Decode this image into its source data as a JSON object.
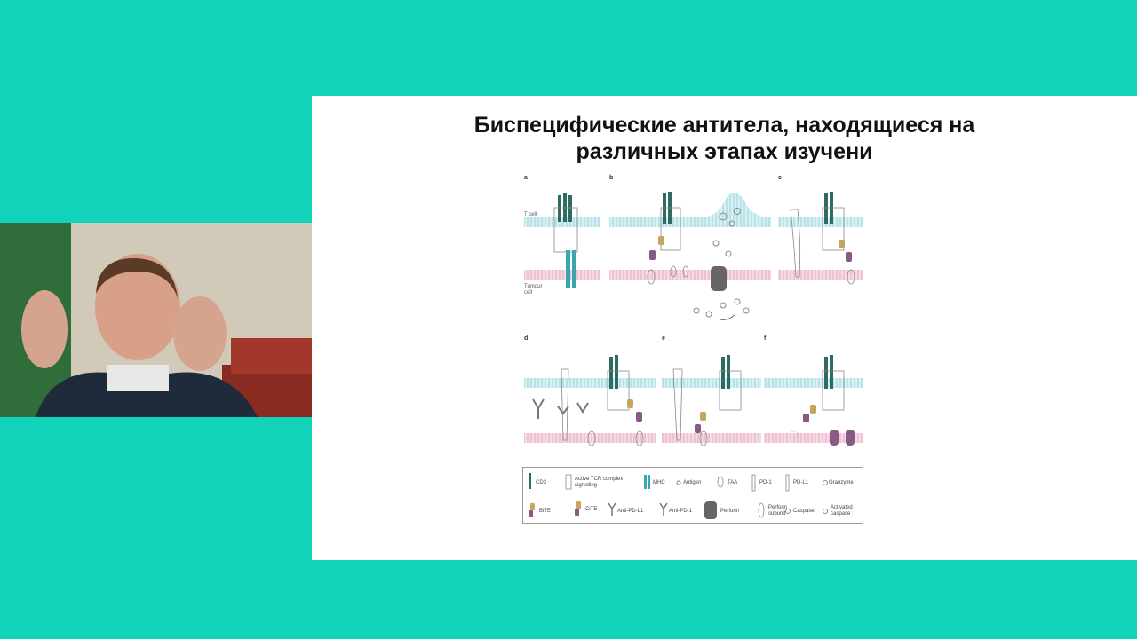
{
  "slide": {
    "title_line1": "Биспецифические антитела, находящиеся на",
    "title_line2": "различных этапах изучени"
  },
  "figure": {
    "panels": [
      "a",
      "b",
      "c",
      "d",
      "e",
      "f"
    ],
    "t_cell_label": "T cell",
    "tumour_label_line1": "Tumour",
    "tumour_label_line2": "cell"
  },
  "legend": {
    "row1": [
      "CD3",
      "Active TCR complex signalling",
      "MHC",
      "Antigen",
      "TAA",
      "PD-1",
      "PD-L1",
      "Granzyme"
    ],
    "row2": [
      "BiTE",
      "CiTE",
      "Anti-PD-L1",
      "Anti-PD-1",
      "Perforin",
      "Perforin subunit",
      "Caspase",
      "Activated caspase"
    ]
  },
  "colors": {
    "background": "#11d3ba",
    "t_cell_membrane": "#a9dde3",
    "tumour_membrane": "#eab6cc",
    "mhc": "#3aa6ad",
    "tcr": "#2f6b63",
    "bite_purple": "#8a5a86",
    "bite_tan": "#c8a463"
  }
}
